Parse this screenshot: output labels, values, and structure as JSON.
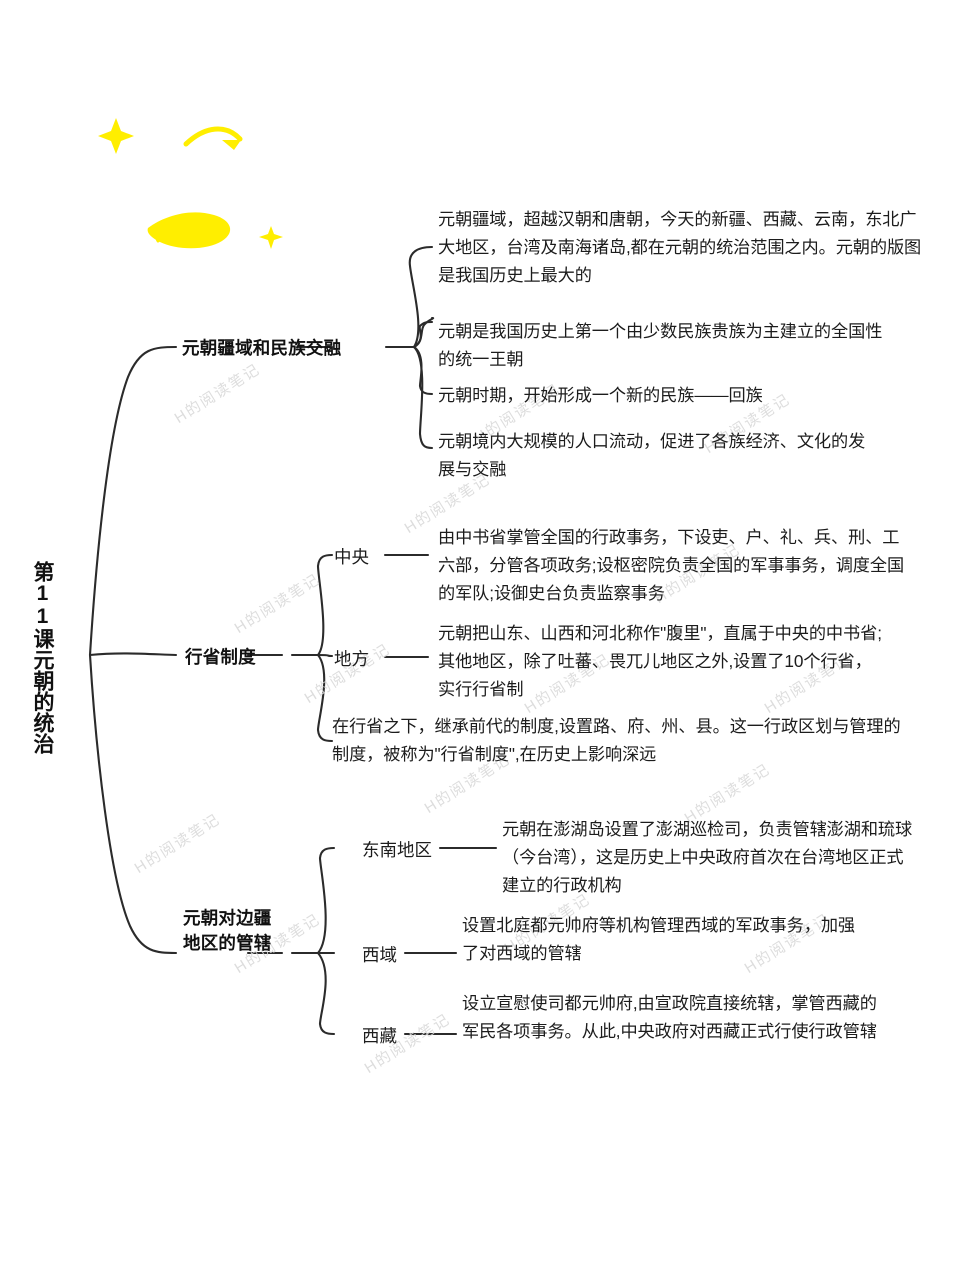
{
  "document": {
    "background_color": "#ffffff",
    "line_color": "#2b2b2b",
    "text_color": "#1c1c1c",
    "accent_color": "#ffee00",
    "watermark_text": "H的阅读笔记"
  },
  "root": {
    "label": "第11课元朝的统治",
    "orientation": "vertical"
  },
  "branches": [
    {
      "id": "branch-1",
      "label": "元朝疆域和民族交融",
      "children": [
        {
          "id": "leaf-1-1",
          "text": "元朝疆域，超越汉朝和唐朝，今天的新疆、西藏、云南，东北广大地区，台湾及南海诸岛,都在元朝的统治范围之内。元朝的版图是我国历史上最大的"
        },
        {
          "id": "leaf-1-2",
          "text": "元朝是我国历史上第一个由少数民族贵族为主建立的全国性的统一王朝"
        },
        {
          "id": "leaf-1-3",
          "text": "元朝时期，开始形成一个新的民族——回族"
        },
        {
          "id": "leaf-1-4",
          "text": "元朝境内大规模的人口流动，促进了各族经济、文化的发展与交融"
        }
      ]
    },
    {
      "id": "branch-2",
      "label": "行省制度",
      "children": [
        {
          "id": "node-2-1",
          "label": "中央",
          "text": "由中书省掌管全国的行政事务，下设吏、户、礼、兵、刑、工六部，分管各项政务;设枢密院负责全国的军事事务，调度全国的军队;设御史台负责监察事务"
        },
        {
          "id": "node-2-2",
          "label": "地方",
          "text": "元朝把山东、山西和河北称作\"腹里\"，直属于中央的中书省;其他地区，除了吐蕃、畏兀儿地区之外,设置了10个行省，实行行省制"
        },
        {
          "id": "leaf-2-3",
          "label": "",
          "text": "在行省之下，继承前代的制度,设置路、府、州、县。这一行政区划与管理的制度，被称为\"行省制度\",在历史上影响深远"
        }
      ]
    },
    {
      "id": "branch-3",
      "label": "元朝对边疆\n地区的管辖",
      "children": [
        {
          "id": "node-3-1",
          "label": "东南地区",
          "text": "元朝在澎湖岛设置了澎湖巡检司，负责管辖澎湖和琉球（今台湾），这是历史上中央政府首次在台湾地区正式建立的行政机构"
        },
        {
          "id": "node-3-2",
          "label": "西域",
          "text": "设置北庭都元帅府等机构管理西域的军政事务，加强了对西域的管辖"
        },
        {
          "id": "node-3-3",
          "label": "西藏",
          "text": "设立宣慰使司都元帅府,由宣政院直接统辖，掌管西藏的军民各项事务。从此,中央政府对西藏正式行使行政管辖"
        }
      ]
    }
  ],
  "decorations": {
    "sparkle_color": "#ffee00",
    "items": [
      "four-point-star",
      "swoosh-arrow",
      "brush-stroke",
      "small-star"
    ]
  }
}
